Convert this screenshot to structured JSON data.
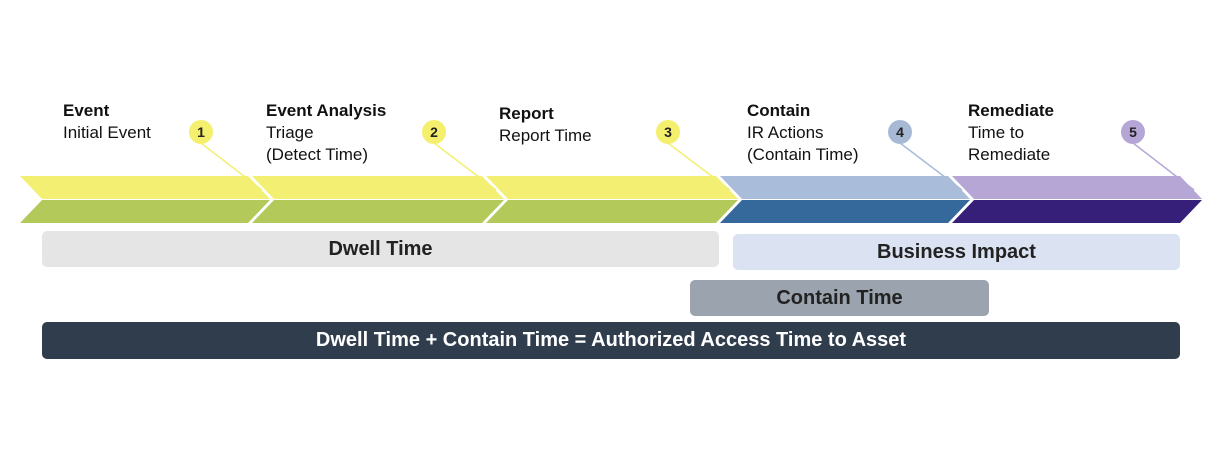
{
  "steps": [
    {
      "number": "1",
      "title": "Event",
      "lines": [
        "Initial Event"
      ],
      "badge_color": "#f4ef6c"
    },
    {
      "number": "2",
      "title": "Event Analysis",
      "lines": [
        "Triage",
        "(Detect Time)"
      ],
      "badge_color": "#f4ef6c"
    },
    {
      "number": "3",
      "title": "Report",
      "lines": [
        "Report Time"
      ],
      "badge_color": "#f4ef6c"
    },
    {
      "number": "4",
      "title": "Contain",
      "lines": [
        "IR Actions",
        "(Contain Time)"
      ],
      "badge_color": "#a8b9d6"
    },
    {
      "number": "5",
      "title": "Remediate",
      "lines": [
        "Time to",
        "Remediate"
      ],
      "badge_color": "#b5a6d6"
    }
  ],
  "bars": {
    "dwell_time": "Dwell Time",
    "business_impact": "Business Impact",
    "contain_time": "Contain Time",
    "equation": "Dwell Time + Contain Time = Authorized Access Time to Asset"
  },
  "colors": {
    "yellow": "#f2ef72",
    "green": "#b3c95a",
    "light_blue": "#a9bcda",
    "dark_blue": "#35689b",
    "light_purple": "#b5a6d6",
    "dark_purple": "#351f78",
    "dwell_bar": "#e5e5e5",
    "impact_bar": "#dbe3f3",
    "contain_bar": "#9aa3ae",
    "equation_bar": "#2f3d4d"
  }
}
